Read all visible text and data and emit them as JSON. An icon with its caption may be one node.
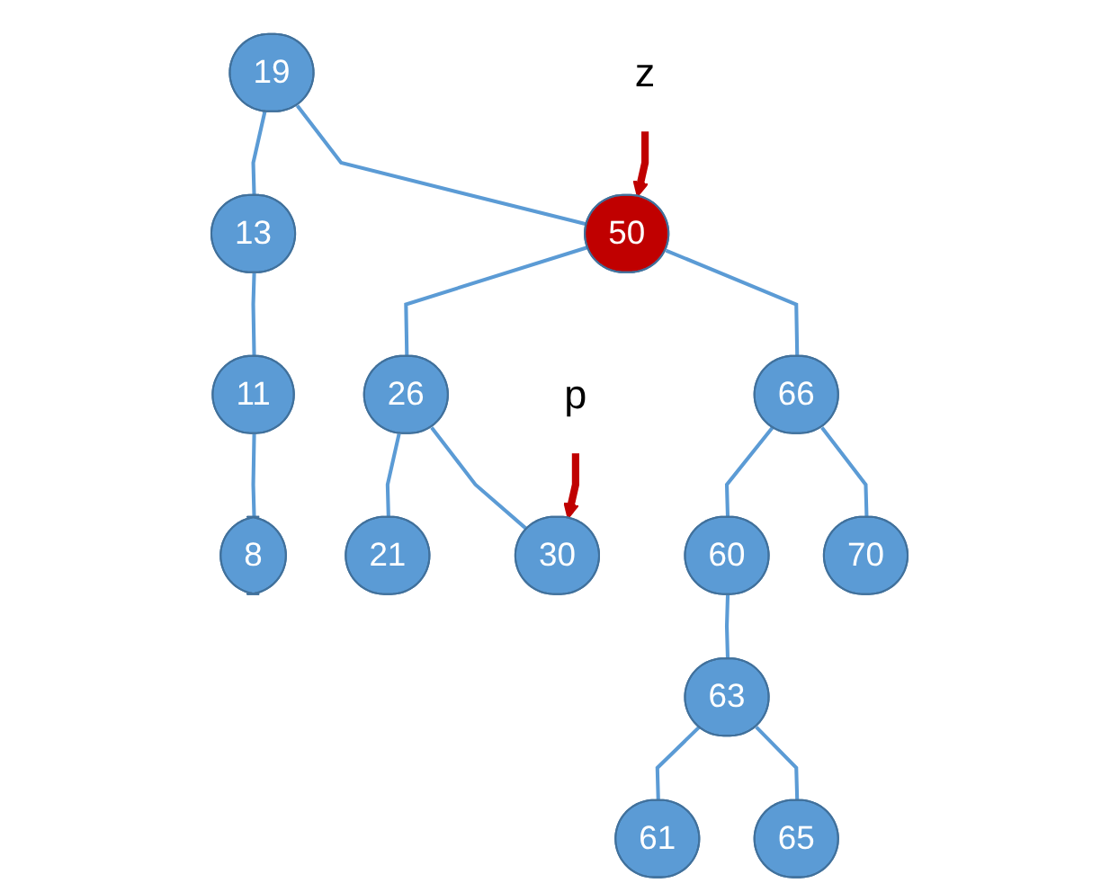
{
  "diagram": {
    "nodes": [
      {
        "text": [
          "19"
        ]
      },
      {
        "text": [
          "z"
        ]
      },
      {
        "text": [
          "13"
        ]
      },
      {
        "text": [
          "50"
        ]
      },
      {
        "text": [
          "11"
        ]
      },
      {
        "text": [
          "26"
        ]
      },
      {
        "text": [
          "p"
        ]
      },
      {
        "text": [
          "66"
        ]
      },
      {
        "text": [
          "8"
        ]
      },
      {
        "text": [
          "21"
        ]
      },
      {
        "text": [
          "30"
        ]
      },
      {
        "text": [
          "60"
        ]
      },
      {
        "text": [
          "70"
        ]
      },
      {
        "text": [
          "63"
        ]
      },
      {
        "text": [
          "61"
        ]
      },
      {
        "text": [
          "65"
        ]
      }
    ],
    "edges": [
      {
        "from": 0,
        "to": 2,
        "arrow": "none"
      },
      {
        "from": 0,
        "to": 3,
        "arrow": "none"
      },
      {
        "from": 1,
        "to": 3,
        "arrow": "to",
        "style": "thick",
        "color": "#c00000"
      },
      {
        "from": 2,
        "to": 4,
        "arrow": "none"
      },
      {
        "from": 3,
        "to": 5,
        "arrow": "none"
      },
      {
        "from": 3,
        "to": 7,
        "arrow": "none"
      },
      {
        "from": 4,
        "to": 8,
        "arrow": "none"
      },
      {
        "from": 5,
        "to": 9,
        "arrow": "none"
      },
      {
        "from": 5,
        "to": 10,
        "arrow": "none"
      },
      {
        "from": 6,
        "to": 10,
        "arrow": "to",
        "style": "thick",
        "color": "#c00000"
      },
      {
        "from": 7,
        "to": 11,
        "arrow": "none"
      },
      {
        "from": 7,
        "to": 12,
        "arrow": "none"
      },
      {
        "from": 11,
        "to": 13,
        "arrow": "none"
      },
      {
        "from": 13,
        "to": 14,
        "arrow": "none"
      },
      {
        "from": 13,
        "to": 15,
        "arrow": "none"
      }
    ]
  }
}
